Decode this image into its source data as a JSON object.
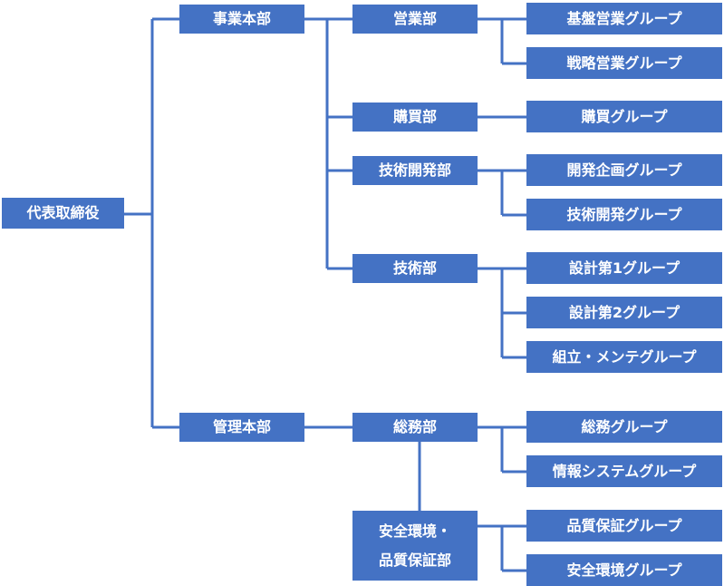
{
  "chart": {
    "root": "代表取締役",
    "divisions": [
      {
        "label": "事業本部",
        "departments": [
          {
            "label": "営業部",
            "groups": [
              "基盤営業グループ",
              "戦略営業グループ"
            ]
          },
          {
            "label": "購買部",
            "groups": [
              "購買グループ"
            ]
          },
          {
            "label": "技術開発部",
            "groups": [
              "開発企画グループ",
              "技術開発グループ"
            ]
          },
          {
            "label": "技術部",
            "groups": [
              "設計第1グループ",
              "設計第2グループ",
              "組立・メンテグループ"
            ]
          }
        ]
      },
      {
        "label": "管理本部",
        "departments": [
          {
            "label": "総務部",
            "groups": [
              "総務グループ",
              "情報システムグループ"
            ]
          },
          {
            "label_line1": "安全環境・",
            "label_line2": "品質保証部",
            "groups": [
              "品質保証グループ",
              "安全環境グループ"
            ]
          }
        ]
      }
    ]
  },
  "colors": {
    "box_fill": "#4472c4",
    "line": "#4472c4",
    "text": "#ffffff"
  }
}
